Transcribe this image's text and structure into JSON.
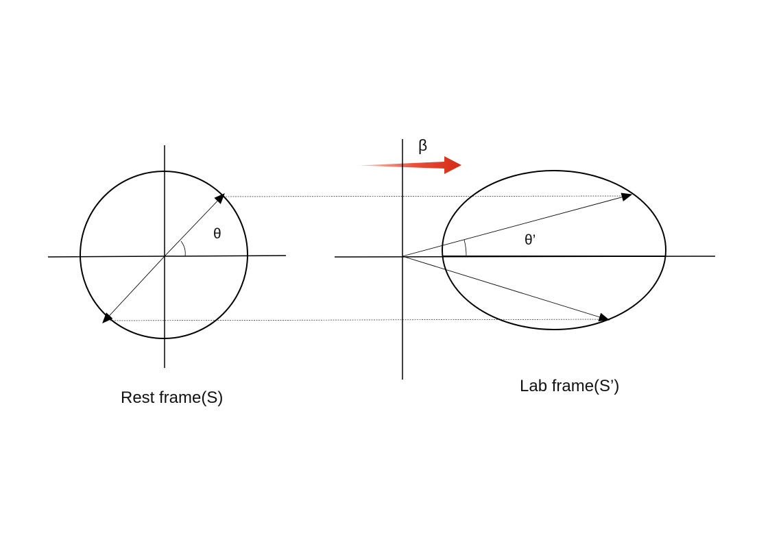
{
  "rest_frame": {
    "caption": "Rest frame(S)",
    "angle_label": "θ"
  },
  "lab_frame": {
    "caption": "Lab frame(S’)",
    "angle_label": "θ’"
  },
  "boost": {
    "label": "β",
    "arrow_colors": [
      "#f6d0c4",
      "#e8503a",
      "#d42a14"
    ]
  }
}
